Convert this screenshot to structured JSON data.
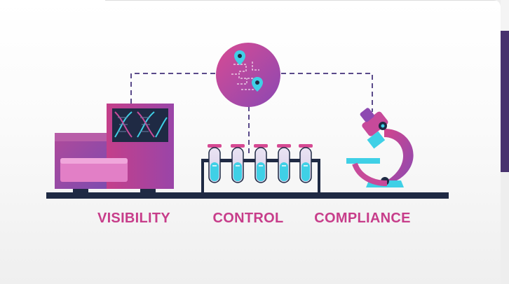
{
  "labels": {
    "visibility": "VISIBILITY",
    "control": "CONTROL",
    "compliance": "COMPLIANCE"
  },
  "colors": {
    "magenta": "#c73d8a",
    "purple": "#8a4bb0",
    "navy": "#1f2a44",
    "cyan": "#3fd0e6",
    "dash": "#5a4a8a"
  },
  "icons": [
    "sequencer-machine-icon",
    "dna-helix-icon",
    "test-tube-rack-icon",
    "circuit-map-pin-icon",
    "microscope-icon"
  ]
}
